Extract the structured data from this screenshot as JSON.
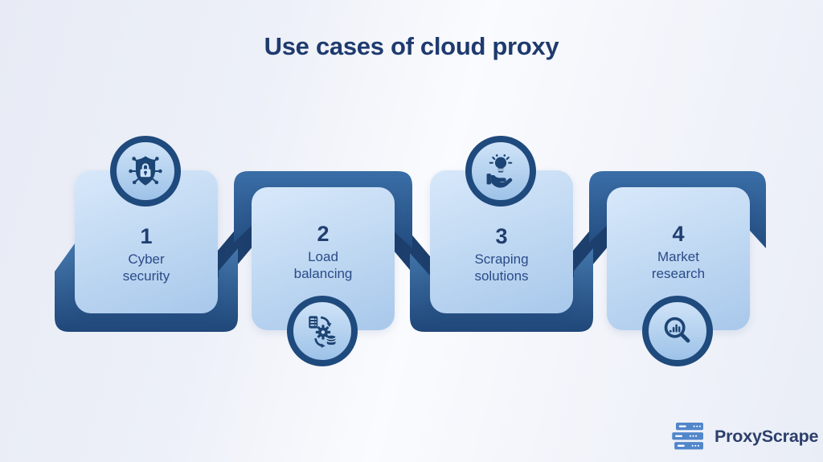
{
  "title": "Use cases of cloud proxy",
  "cards": [
    {
      "number": "1",
      "label": "Cyber security",
      "icon": "shield-lock-icon",
      "icon_position": "top"
    },
    {
      "number": "2",
      "label": "Load balancing",
      "icon": "load-balancing-icon",
      "icon_position": "bottom"
    },
    {
      "number": "3",
      "label": "Scraping solutions",
      "icon": "idea-solution-icon",
      "icon_position": "top"
    },
    {
      "number": "4",
      "label": "Market research",
      "icon": "magnifier-chart-icon",
      "icon_position": "bottom"
    }
  ],
  "brand": {
    "name": "ProxyScrape"
  },
  "colors": {
    "title_text": "#1e3a6e",
    "card_text": "#2a4b88",
    "card_fill_top": "#d8e8fa",
    "card_fill_bottom": "#a8c8eb",
    "ribbon_light": "#477cb1",
    "ribbon_dark": "#1f4678",
    "ribbon_fold": "#1c3f6d",
    "icon_navy": "#1c4474",
    "badge_ring": "#1f4a7d",
    "logo_blue": "#5186ca",
    "background": "#edf0f8"
  }
}
